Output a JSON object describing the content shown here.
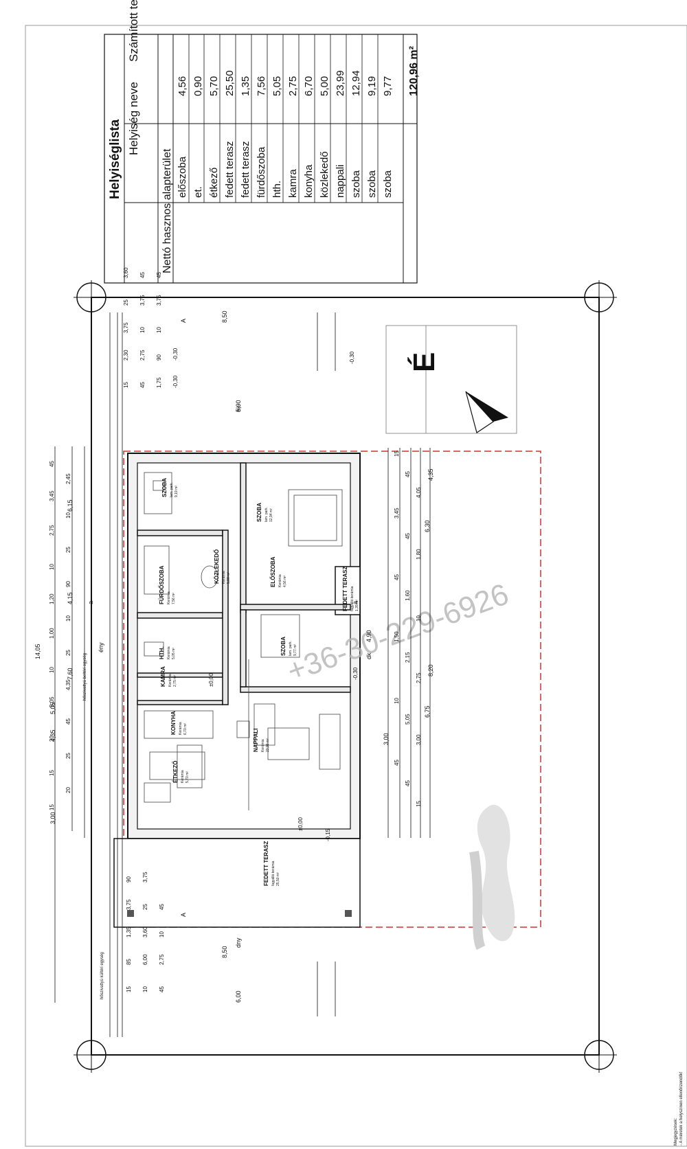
{
  "table": {
    "title": "Helyiséglista",
    "header_name": "Helyiség neve",
    "header_area": "Számított terület",
    "group_label": "Nettó hasznos alapterület",
    "rows": [
      {
        "name": "előszoba",
        "area": "4,56"
      },
      {
        "name": "et.",
        "area": "0,90"
      },
      {
        "name": "étkező",
        "area": "5,70"
      },
      {
        "name": "fedett terasz",
        "area": "25,50"
      },
      {
        "name": "fedett terasz",
        "area": "1,35"
      },
      {
        "name": "fürdőszoba",
        "area": "7,56"
      },
      {
        "name": "hth.",
        "area": "5,05"
      },
      {
        "name": "kamra",
        "area": "2,75"
      },
      {
        "name": "konyha",
        "area": "6,70"
      },
      {
        "name": "közlekedő",
        "area": "5,00"
      },
      {
        "name": "nappali",
        "area": "23,99"
      },
      {
        "name": "szoba",
        "area": "12,94"
      },
      {
        "name": "szoba",
        "area": "9,19"
      },
      {
        "name": "szoba",
        "area": "9,77"
      }
    ],
    "total": "120,96 m²"
  },
  "plan": {
    "rooms": [
      {
        "name": "SZOBA",
        "sub": "lam. park.",
        "area": "9,19 m²"
      },
      {
        "name": "SZOBA",
        "sub": "lam. park.",
        "area": "12,94 m²"
      },
      {
        "name": "FÜRDŐSZOBA",
        "sub": "Kerámia",
        "area": "7,56 m²"
      },
      {
        "name": "KÖZLEKEDŐ",
        "sub": "Kerámia",
        "area": "5,00 m²"
      },
      {
        "name": "ELŐSZOBA",
        "sub": "Kerámia",
        "area": "4,56 m²"
      },
      {
        "name": "FEDETT TERASZ",
        "sub": "fagyálló kerámia",
        "area": "1,35 m²"
      },
      {
        "name": "HTH.",
        "sub": "Kerámia",
        "area": "5,05 m²"
      },
      {
        "name": "SZOBA",
        "sub": "lam. park.",
        "area": "9,77 m²"
      },
      {
        "name": "KAMRA",
        "sub": "Kerámia",
        "area": "2,75 m²"
      },
      {
        "name": "KONYHA",
        "sub": "Kerámia",
        "area": "6,70 m²"
      },
      {
        "name": "NAPPALI",
        "sub": "Kerámia",
        "area": "23,99 m²"
      },
      {
        "name": "ÉTKEZŐ",
        "sub": "Kerámia",
        "area": "5,70 m²"
      },
      {
        "name": "FEDETT TERASZ",
        "sub": "fagyálló kerámia",
        "area": "25,50 m²"
      }
    ],
    "north": "É",
    "watermark": "+36-30-229-6926",
    "dims_overall": [
      "14,05",
      "8,50",
      "8,50",
      "6,15",
      "7,60",
      "4,15",
      "4,35",
      "5,05",
      "3,00",
      "5,90",
      "6,00",
      "4,90",
      "6,30",
      "6,75",
      "8,20",
      "4,35",
      "3,00"
    ],
    "dims_left": [
      "45",
      "2,45",
      "3,45",
      "10",
      "2,75",
      "25",
      "10",
      "90",
      "1,20",
      "10",
      "1,00",
      "25",
      "10",
      "4,35",
      "5,05",
      "45",
      "20",
      "25",
      "15",
      "20",
      "15"
    ],
    "dims_top": [
      "15",
      "2,30",
      "3,75",
      "25",
      "3,60",
      "45",
      "2,75",
      "10",
      "3,75",
      "45",
      "1,75",
      "90",
      "10",
      "3,75",
      "45",
      "-0,30",
      "-0,30"
    ],
    "dims_right": [
      "15",
      "45",
      "4,05",
      "3,45",
      "45",
      "1,80",
      "45",
      "1,60",
      "10",
      "1,50",
      "2,15",
      "2,75",
      "10",
      "5,05",
      "3,00",
      "45",
      "45",
      "15"
    ],
    "dims_bottom": [
      "15",
      "85",
      "1,35",
      "3,75",
      "90",
      "10",
      "6,00",
      "3,60",
      "25",
      "3,75",
      "45",
      "2,75",
      "10",
      "45"
    ],
    "levels": [
      "±0,00",
      "±0,00",
      "-0,15",
      "-0,30",
      "-0,30"
    ],
    "section_marks": [
      "A",
      "A",
      "ék",
      "dk",
      "ény",
      "dny",
      "a",
      "a"
    ],
    "notes_left": [
      "hőszivattyú beltéri egység",
      "hőszivattyú kültéri egység"
    ],
    "footnote_title": "Megjegyzések:",
    "footnote_1": "- A méretek a helyszínen ellenőrizendők!"
  }
}
